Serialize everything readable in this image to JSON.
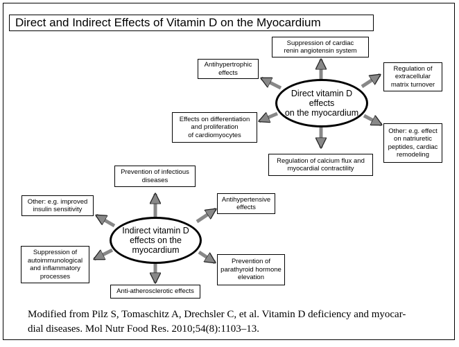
{
  "title": "Direct and Indirect Effects of Vitamin D on the Myocardium",
  "direct": {
    "center": "Direct vitamin D effects\non the myocardium",
    "boxes": {
      "raas": "Suppression of cardiac\nrenin angiotensin system",
      "antihypertrophic": "Antihypertrophic\neffects",
      "ecm": "Regulation of\nextracellular\nmatrix turnover",
      "differentiation": "Effects on differentiation\nand proliferation\nof cardiomyocytes",
      "other": "Other: e.g. effect\non natriuretic\npeptides, cardiac\nremodeling",
      "calcium": "Regulation of calcium flux and\nmyocardial contractility"
    }
  },
  "indirect": {
    "center": "Indirect vitamin D\neffects on the\nmyocardium",
    "boxes": {
      "infectious": "Prevention of infectious\ndiseases",
      "insulin": "Other: e.g. improved\ninsulin sensitivity",
      "antihypertensive": "Antihypertensive\neffects",
      "autoimmune": "Suppression of\nautoimmunological\nand inflammatory\nprocesses",
      "pth": "Prevention of\nparathyroid hormone\nelevation",
      "atherosclerotic": "Anti-atherosclerotic effects"
    }
  },
  "caption": "Modified from Pilz S, Tomaschitz A, Drechsler C, et al. Vitamin D deficiency and myocar-\ndial diseases. Mol Nutr Food Res. 2010;54(8):1103–13."
}
